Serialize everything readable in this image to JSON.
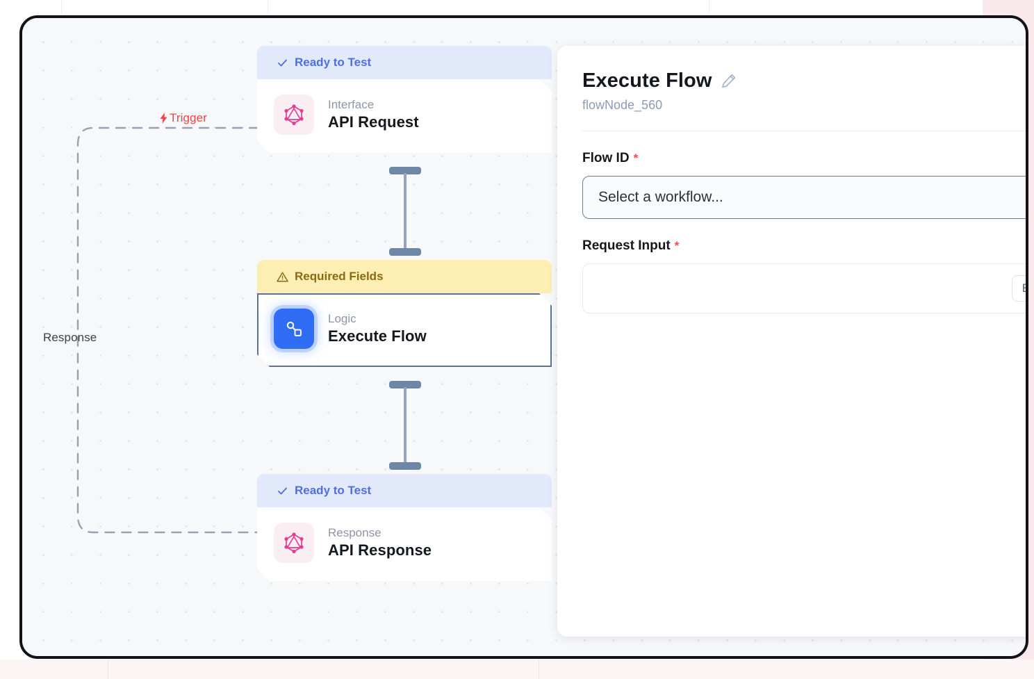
{
  "canvas": {
    "edge_labels": {
      "trigger": "Trigger",
      "response": "Response"
    },
    "trigger_icon": "lightning-bolt-icon"
  },
  "nodes": [
    {
      "status_label": "Ready to Test",
      "status_type": "ready",
      "status_icon": "check-icon",
      "kind": "Interface",
      "title": "API Request",
      "icon": "graphql-icon"
    },
    {
      "status_label": "Required Fields",
      "status_type": "warn",
      "status_icon": "warning-triangle-icon",
      "kind": "Logic",
      "title": "Execute Flow",
      "icon": "flow-node-icon"
    },
    {
      "status_label": "Ready to Test",
      "status_type": "ready",
      "status_icon": "check-icon",
      "kind": "Response",
      "title": "API Response",
      "icon": "graphql-icon"
    }
  ],
  "inspector": {
    "title": "Execute Flow",
    "edit_icon": "pencil-icon",
    "subtitle": "flowNode_560",
    "fields": [
      {
        "label": "Flow ID",
        "required_mark": "*",
        "control": "select",
        "placeholder": "Select a workflow..."
      },
      {
        "label": "Request Input",
        "required_mark": "*",
        "control": "textarea",
        "value": "",
        "action_label": "Edit"
      }
    ]
  },
  "colors": {
    "ready_bg": "#e2e9fb",
    "ready_fg": "#4e6fe3",
    "warn_bg": "#fdeeb4",
    "warn_fg": "#8a6a14",
    "trigger": "#f04444",
    "required": "#ef4b4b",
    "logic_icon": "#2f6df4",
    "graphql_icon": "#e63c91",
    "canvas_bg": "#f7f8fa"
  }
}
